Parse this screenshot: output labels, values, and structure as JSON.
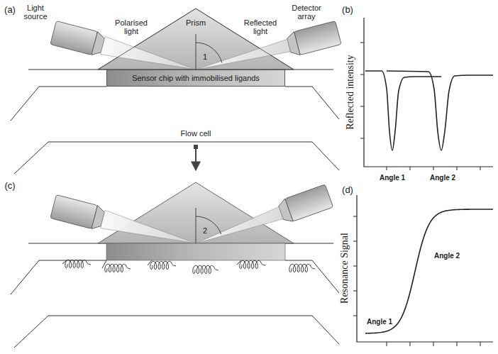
{
  "diagram": {
    "nodes": [
      {
        "text": [
          "Light source"
        ]
      },
      {
        "text": [
          "Prism"
        ]
      },
      {
        "text": [
          "Detector array"
        ]
      },
      {
        "text": [
          "Sensor chip with immobilised ligands"
        ]
      }
    ],
    "labels": [
      "(a)",
      "Polarised light",
      "Reflected light",
      "1",
      "Flow cell",
      "(b)",
      "Reflected intensity",
      "Angle 1",
      "Angle 2",
      "(c)",
      "2",
      "(d)",
      "Resonance Signal",
      "Angle 2",
      "Angle 1"
    ]
  }
}
